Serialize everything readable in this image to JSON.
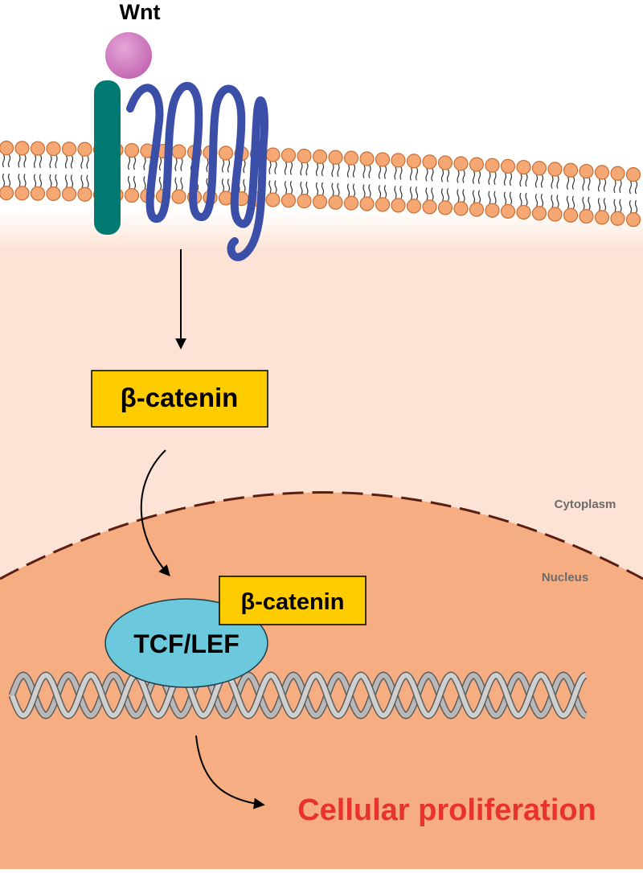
{
  "labels": {
    "ligand": "Wnt",
    "beta_catenin_cytoplasm": "β-catenin",
    "beta_catenin_nucleus": "β-catenin",
    "transcription_factor": "TCF/LEF",
    "cytoplasm": "Cytoplasm",
    "nucleus": "Nucleus",
    "outcome": "Cellular proliferation"
  },
  "colors": {
    "cytoplasm_fill": "#fde3d5",
    "nucleus_fill": "#f6ad82",
    "nuclear_envelope": "#5a1f12",
    "lipid_head": "#f5a873",
    "lipid_head_stroke": "#c86d33",
    "lipid_tail": "#333333",
    "wnt_ligand": "#d37cc3",
    "coreceptor": "#007a72",
    "frizzled": "#3b4ea8",
    "label_box_fill": "#ffcc00",
    "tcf_lef_fill": "#6cc8dc",
    "dna_strand": "#9a9a9a",
    "outcome_text": "#e8322c",
    "region_label": "#6b6b6b"
  },
  "icons": {
    "receptor": "frizzled-7tm-receptor-icon",
    "coreceptor": "lrp-coreceptor-icon",
    "ligand": "wnt-ligand-icon",
    "dna": "dna-double-helix-icon"
  }
}
